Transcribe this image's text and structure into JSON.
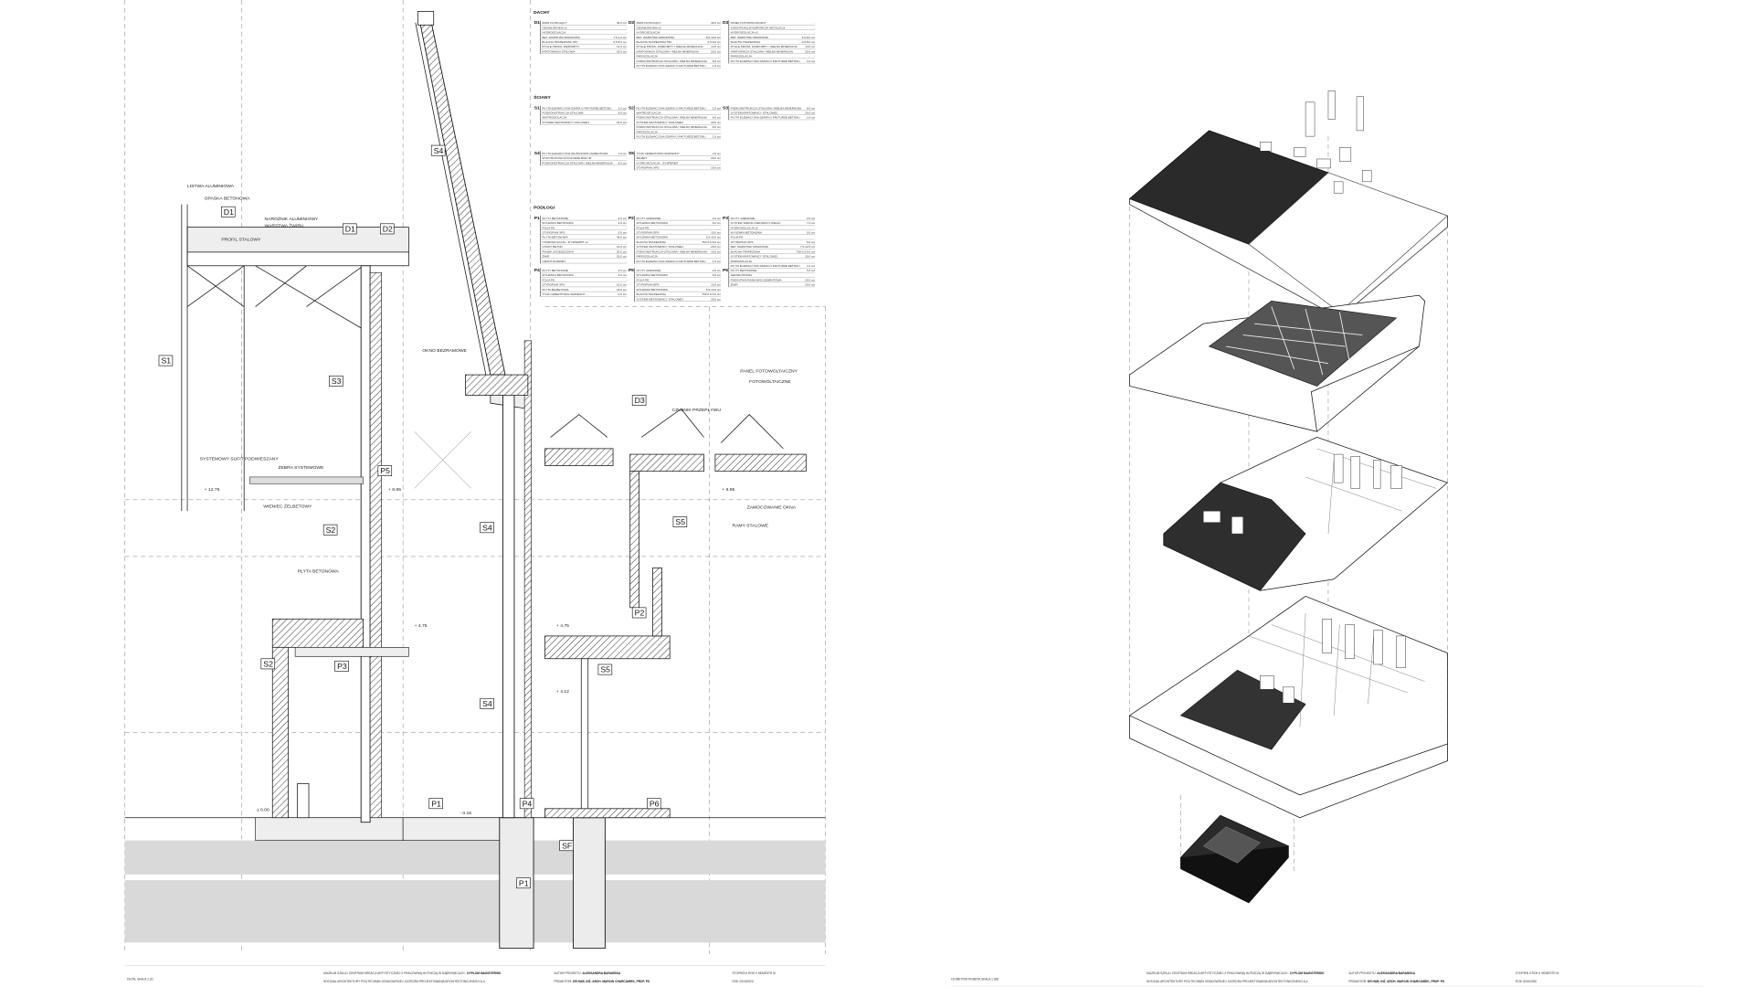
{
  "left_sheet": {
    "tags": [
      "D1",
      "D2",
      "S1",
      "S2",
      "S3",
      "S4",
      "S5",
      "P1",
      "P2",
      "P3",
      "P4",
      "P5",
      "P6",
      "SF",
      "D3"
    ],
    "callouts": [
      "LISTWA ALUMINIOWA",
      "OPASKA BETONOWA",
      "PROFIL STALOWY",
      "NAROŻNIK ALUMINIOWY",
      "WARSTWA ŻWIRU",
      "OKNO BEZRAMOWE",
      "PANEL FOTOWOLTAICZNY",
      "SYSTEMOWY SUFIT PODWIESZANY",
      "ŻEBRA SYSTEMOWE",
      "WIENIEC ŻELBETOWY",
      "PŁYTA BETONOWA",
      "CZUJNIK PRZEPŁYWU",
      "ZAMOCOWANIE OKNA",
      "RAMY STALOWE",
      "FOTOWOLTAICZNE"
    ],
    "levels": [
      "± 0.00",
      "+ 4.75",
      "+ 8.95",
      "+ 12.75",
      "- 0.16",
      "+ 4.12"
    ],
    "legend": {
      "sections": [
        {
          "title": "DACHY",
          "items": [
            {
              "code": "D1",
              "layers": [
                [
                  "ŻWIR FILTRUJĄCY",
                  "30.0 cm"
                ],
                [
                  "GEOWŁÓKNINA x2",
                  "-"
                ],
                [
                  "HYDROIZOLACJA",
                  "-"
                ],
                [
                  "BET. WARSTWA SPADKOWA",
                  "7.5-1.0 cm"
                ],
                [
                  "BLACHA TRAPEZOWA T80",
                  "0.5-8.0 cm"
                ],
                [
                  "RYGLE PROFIL ZAMKNIĘTY",
                  "14.0 cm"
                ],
                [
                  "KRATOWNICA STALOWA",
                  "20.0 cm"
                ]
              ]
            },
            {
              "code": "D2",
              "layers": [
                [
                  "ŻWIR FILTRUJĄCY",
                  "30.0 cm"
                ],
                [
                  "GEOWŁÓKNINA x2",
                  "-"
                ],
                [
                  "HYDROIZOLACJA",
                  "-"
                ],
                [
                  "BET. WARSTWA SPADKOWA",
                  "8.0-10.0 cm"
                ],
                [
                  "BLACHA TRAPEZOWA T80",
                  "0.5-8.0 cm"
                ],
                [
                  "RYGLE PROFIL ZAMKNIĘTY / WEŁNA MINERALNA",
                  "14.0 cm"
                ],
                [
                  "KRATOWNICA STALOWA / WEŁNA MINERALNA",
                  "20.0 cm"
                ],
                [
                  "PAROIZOLACJA",
                  "-"
                ],
                [
                  "PODKONSTRUKCJA STALOWA / WEŁNA MINERALNA",
                  "8.0 cm"
                ],
                [
                  "PŁYTA ELEWACYJNA SZARA O FAKTURZE BETONU",
                  "1.0 cm"
                ]
              ]
            },
            {
              "code": "D3",
              "layers": [
                [
                  "PANEL FOTOWOLTAICZNY",
                  "-"
                ],
                [
                  "KONSTRUKCJA WSPORCZA INSTALACJI",
                  "-"
                ],
                [
                  "HYDROIZOLACJA x2",
                  "-"
                ],
                [
                  "BET. WARSTWA SPADKOWA",
                  "5.0-8.0 cm"
                ],
                [
                  "BLACHA TRAPEZOWA",
                  "0.5-8.0 cm"
                ],
                [
                  "RYGLE PROFIL ZAMKNIĘTY / WEŁNA MINERALNA",
                  "14.0 cm"
                ],
                [
                  "KRATOWNICA STALOWA / WEŁNA MINERALNA",
                  "20.0 cm"
                ],
                [
                  "PAROIZOLACJA",
                  "-"
                ],
                [
                  "PŁYTA ELEWACYJNA SZARA O FAKTURZE BETONU",
                  "1.0 cm"
                ]
              ]
            }
          ]
        },
        {
          "title": "ŚCIANY",
          "items": [
            {
              "code": "S1",
              "layers": [
                [
                  "PŁYTA ELEWACYJNA SZARA O FAKTURZE BETONU",
                  "1.0 cm"
                ],
                [
                  "PODKONSTRUKCJA STALOWA",
                  "8.0 cm"
                ],
                [
                  "WIATROIZOLACJA",
                  "-"
                ],
                [
                  "SYSTEM KRATOWNICY STALOWEJ",
                  "15.0 cm"
                ]
              ]
            },
            {
              "code": "S2",
              "layers": [
                [
                  "PŁYTA ELEWACYJNA SZARA O FAKTURZE BETONU",
                  "1.0 cm"
                ],
                [
                  "WIATROIZOLACJA",
                  "-"
                ],
                [
                  "PODKONSTRUKCJA STALOWA / WEŁNA MINERALNA",
                  "8.0 cm"
                ],
                [
                  "SYSTEM KRATOWNICY STALOWEJ",
                  "20.0 cm"
                ],
                [
                  "PODKONSTRUKCJA STALOWA / WEŁNA MINERALNA",
                  "8.0 cm"
                ],
                [
                  "PAROIZOLACJA",
                  "-"
                ],
                [
                  "PŁYTA ELEWACYJNA SZARA O FAKTURZE BETONU",
                  "1.0 cm"
                ]
              ]
            },
            {
              "code": "S3",
              "layers": [
                [
                  "PODKONSTRUKCJA STALOWA / WEŁNA MINERALNA",
                  "8.0 cm"
                ],
                [
                  "SYSTEM KRATOWNICY STALOWEJ",
                  "20.0 cm"
                ],
                [
                  "PŁYTA ELEWACYJNA SZARA O FAKTURZE BETONU",
                  "1.0 cm"
                ]
              ]
            },
            {
              "code": "S4",
              "layers": [
                [
                  "PŁYTA ELEWACYJNA WŁÓKNOWO-CEMENTOWA",
                  "1.0 cm"
                ],
                [
                  "WYKOŃCZONA W KOLORZE BIAŁYM",
                  "-"
                ],
                [
                  "PODKONSTRUKCJA STALOWA / WEŁNA MINERALNA",
                  "8.0 cm"
                ]
              ]
            },
            {
              "code": "S5",
              "layers": [
                [
                  "TYNK CEMENTOWO-WAPIENNY",
                  "2.0 cm"
                ],
                [
                  "ŻELBET",
                  "20.0 cm"
                ],
                [
                  "HYDROIZOLACJA - DYSPERBIT",
                  "-"
                ],
                [
                  "STYROPIAN XPS",
                  "10.0 cm"
                ]
              ]
            }
          ]
        },
        {
          "title": "PODŁOGI",
          "items": [
            {
              "code": "P1",
              "layers": [
                [
                  "PŁYTY BETONOWE",
                  "2.0 cm"
                ],
                [
                  "WYLEWKA BETONOWA",
                  "6.0 cm"
                ],
                [
                  "FOLIA PE",
                  "-"
                ],
                [
                  "STYROPIAN XPS",
                  "5.0 cm"
                ],
                [
                  "PŁYTA BETONOWA",
                  "40.0 cm"
                ],
                [
                  "HYDROIZOLACJA - DYSPERBIT x2",
                  "-"
                ],
                [
                  "CHUDY BETON",
                  "10.0 cm"
                ],
                [
                  "PIASEK ZAGĘSZCZONY",
                  "20.0 cm"
                ],
                [
                  "ŻWIR",
                  "20.0 cm"
                ],
                [
                  "GRUNT RODZIMY",
                  "-"
                ]
              ]
            },
            {
              "code": "P2",
              "layers": [
                [
                  "PŁYTY GRESOWE",
                  "2.0 cm"
                ],
                [
                  "WYLEWKA BETONOWA",
                  "6.0 cm"
                ],
                [
                  "FOLIA PE",
                  "-"
                ],
                [
                  "STYROPIAN EPS",
                  "10.0 cm"
                ],
                [
                  "WYLEWKA BETONOWA",
                  "5.5-10.0 cm"
                ],
                [
                  "BLACHA TRAPEZOWA",
                  "T50 0.5-5.0 cm"
                ],
                [
                  "SYSTEM KRATOWNICY STALOWEJ",
                  "20.0 cm"
                ],
                [
                  "PODKONSTRUKCJA STALOWA / WEŁNA MINERALNA",
                  "10.0 cm"
                ],
                [
                  "PAROIZOLACJA",
                  "-"
                ],
                [
                  "PŁYTA ELEWACYJNA SZARA O FAKTURZE BETONU",
                  "1.0 cm"
                ]
              ]
            },
            {
              "code": "P3",
              "layers": [
                [
                  "PŁYTY GRESOWE",
                  "2.0 cm"
                ],
                [
                  "SYSTEM TARASU DEKORACYJNEGO",
                  "7.0 cm"
                ],
                [
                  "HYDROIZOLACJA x2",
                  "-"
                ],
                [
                  "WYLEWKA BETONOWA",
                  "5.0 cm"
                ],
                [
                  "FOLIA PE",
                  "-"
                ],
                [
                  "STYROPIAN XPS",
                  "5.0 cm"
                ],
                [
                  "BET. WARSTWA SPADKOWA",
                  "7.5-12.5 cm"
                ],
                [
                  "BLACHA TRAPEZOWA",
                  "T50 0.5-5.0 cm"
                ],
                [
                  "SYSTEM KRATOWNICY STALOWEJ",
                  "20.0 cm"
                ],
                [
                  "PAROIZOLACJA",
                  "-"
                ],
                [
                  "PŁYTA ELEWACYJNA SZARA O FAKTURZE BETONU",
                  "1.0 cm"
                ]
              ]
            },
            {
              "code": "P4",
              "layers": [
                [
                  "PŁYTY BETONOWE",
                  "2.0 cm"
                ],
                [
                  "WYLEWKA BETONOWA",
                  "6.0 cm"
                ],
                [
                  "FOLIA PE",
                  "-"
                ],
                [
                  "STYROPIAN XPS",
                  "10.0 cm"
                ],
                [
                  "PŁYTA ŻELBETOWA",
                  "18.0 cm"
                ],
                [
                  "TYNK CEMENTOWO-WAPIENNY",
                  "2.0 cm"
                ]
              ]
            },
            {
              "code": "P5",
              "layers": [
                [
                  "PŁYTY GRESOWE",
                  "2.0 cm"
                ],
                [
                  "WYLEWKA BETONOWA",
                  "6.0 cm"
                ],
                [
                  "FOLIA PE",
                  "-"
                ],
                [
                  "STYROPIAN EPS",
                  "10.0 cm"
                ],
                [
                  "WYLEWKA BETONOWA",
                  "5.5-10.0 cm"
                ],
                [
                  "BLACHA TRAPEZOWA",
                  "T50 0.5-5.0 cm"
                ],
                [
                  "SYSTEM KRATOWNICY STALOWEJ",
                  "20.0 cm"
                ]
              ]
            },
            {
              "code": "P6",
              "layers": [
                [
                  "PŁYTY BETONOWE",
                  "5.0 cm"
                ],
                [
                  "GEOWŁÓKNINA",
                  "-"
                ],
                [
                  "PODSYPKA PIASKOWO-CEMENTOWA",
                  "20.0 cm"
                ],
                [
                  "ŻWIR",
                  "20.0 cm"
                ]
              ]
            }
          ]
        }
      ]
    },
    "title_block": {
      "scale": "DETAL SKALA 1:20",
      "project_prefix": "MUZEUM SZKŁA I CENTRUM KREACJI ARTYSTYCZNEJ Z PRACOWNIĄ HUTNICZĄ W DĄBROWICACH - ",
      "project_bold": "DYPLOM MAGISTERSKI",
      "faculty": "WYDZIAŁ ARCHITEKTURY POLITECHNIKI KRAKOWSKIEJ, KATEDRA PROJEKTOWANIA ARCHITEKTONICZNEGO A-4",
      "author_label": "AUTOR PROJEKTU: ",
      "author": "ALEKSANDRA BARAŃSKA",
      "promoter_label": "PROMOTOR: ",
      "promoter": "DR HAB. INŻ. ARCH. MARCIN CHARCIAREK, PROF. PK",
      "degree": "STOPIEŃ II ROK II SEMESTR III",
      "year": "ROK 2019/2020"
    }
  },
  "right_sheet": {
    "title_block": {
      "scale": "IZOMETRIA ROZBITA SKALA 1:300",
      "project_prefix": "MUZEUM SZKŁA I CENTRUM KREACJI ARTYSTYCZNEJ Z PRACOWNIĄ HUTNICZĄ W DĄBROWICACH - ",
      "project_bold": "DYPLOM MAGISTERSKI",
      "faculty": "WYDZIAŁ ARCHITEKTURY POLITECHNIKI KRAKOWSKIEJ, KATEDRA PROJEKTOWANIA ARCHITEKTONICZNEGO A-4",
      "author_label": "AUTOR PROJEKTU: ",
      "author": "ALEKSANDRA BARAŃSKA",
      "promoter_label": "PROMOTOR: ",
      "promoter": "DR HAB. INŻ. ARCH. MARCIN CHARCIAREK, PROF. PK",
      "degree": "STOPIEŃ II ROK II SEMESTR III",
      "year": "ROK 2019/2020"
    }
  },
  "colors": {
    "ink": "#111111",
    "ground": "#d9d9d9",
    "dark_slab": "#2a2a2a"
  }
}
